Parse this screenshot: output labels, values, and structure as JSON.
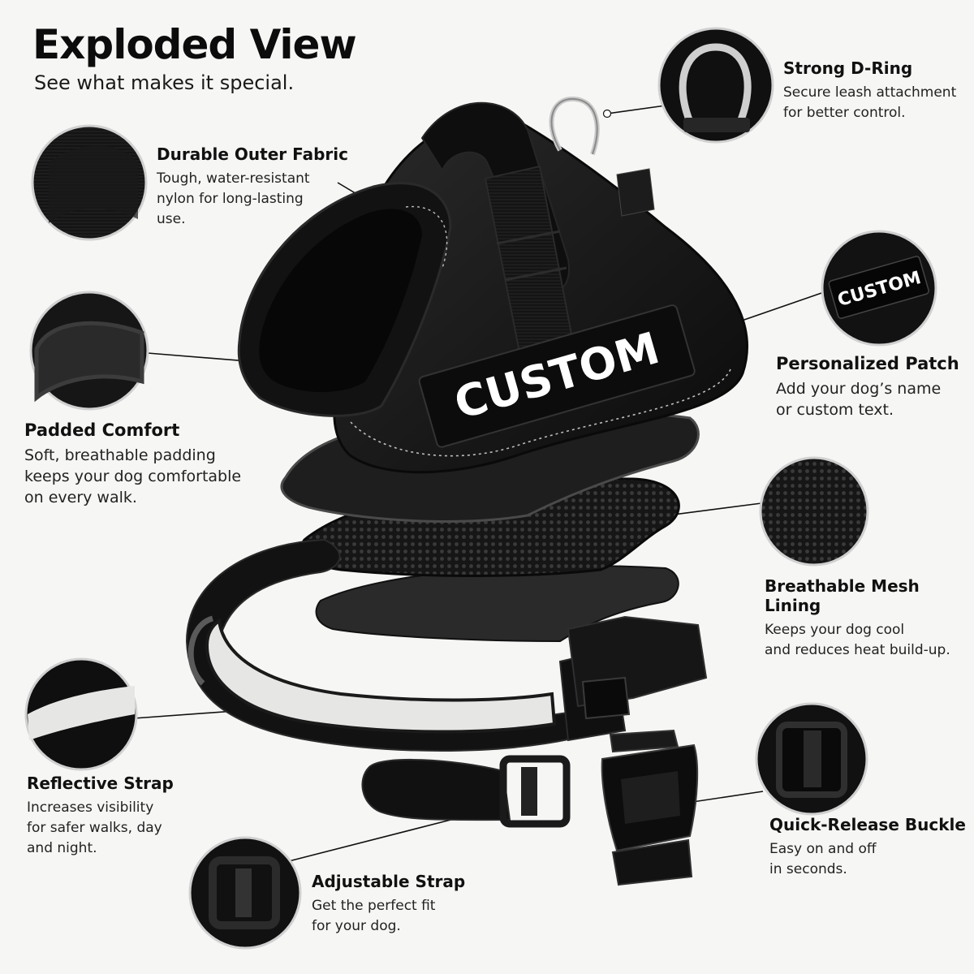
{
  "header": {
    "title": "Exploded View",
    "subtitle": "See what makes it special."
  },
  "patch_text": "CUSTOM",
  "colors": {
    "background": "#f6f6f4",
    "harness": "#121212",
    "text": "#111111",
    "reflective": "#e6e6e4"
  },
  "features": {
    "outer_fabric": {
      "title": "Durable Outer Fabric",
      "lines": [
        "Tough, water-resistant",
        "nylon for long-lasting",
        "use."
      ],
      "icon": "fabric-texture-icon"
    },
    "padded": {
      "title": "Padded Comfort",
      "lines": [
        "Soft, breathable padding",
        "keeps your dog comfortable",
        "on every walk."
      ],
      "icon": "padding-icon"
    },
    "reflective": {
      "title": "Reflective Strap",
      "lines": [
        "Increases visibility",
        "for safer walks, day",
        "and night."
      ],
      "icon": "reflective-strip-icon"
    },
    "adjustable": {
      "title": "Adjustable Strap",
      "lines": [
        "Get the perfect fit",
        "for your dog."
      ],
      "icon": "slider-buckle-icon"
    },
    "d_ring": {
      "title": "Strong D-Ring",
      "lines": [
        "Secure leash attachment",
        "for better control."
      ],
      "icon": "d-ring-icon"
    },
    "patch": {
      "title": "Personalized Patch",
      "lines": [
        "Add your dog’s name",
        "or custom text."
      ],
      "icon": "patch-icon"
    },
    "mesh": {
      "title": "Breathable Mesh Lining",
      "lines": [
        "Keeps your dog cool",
        "and reduces heat build-up."
      ],
      "icon": "mesh-icon"
    },
    "buckle": {
      "title": "Quick-Release Buckle",
      "lines": [
        "Easy on and off",
        "in seconds."
      ],
      "icon": "buckle-icon"
    }
  }
}
